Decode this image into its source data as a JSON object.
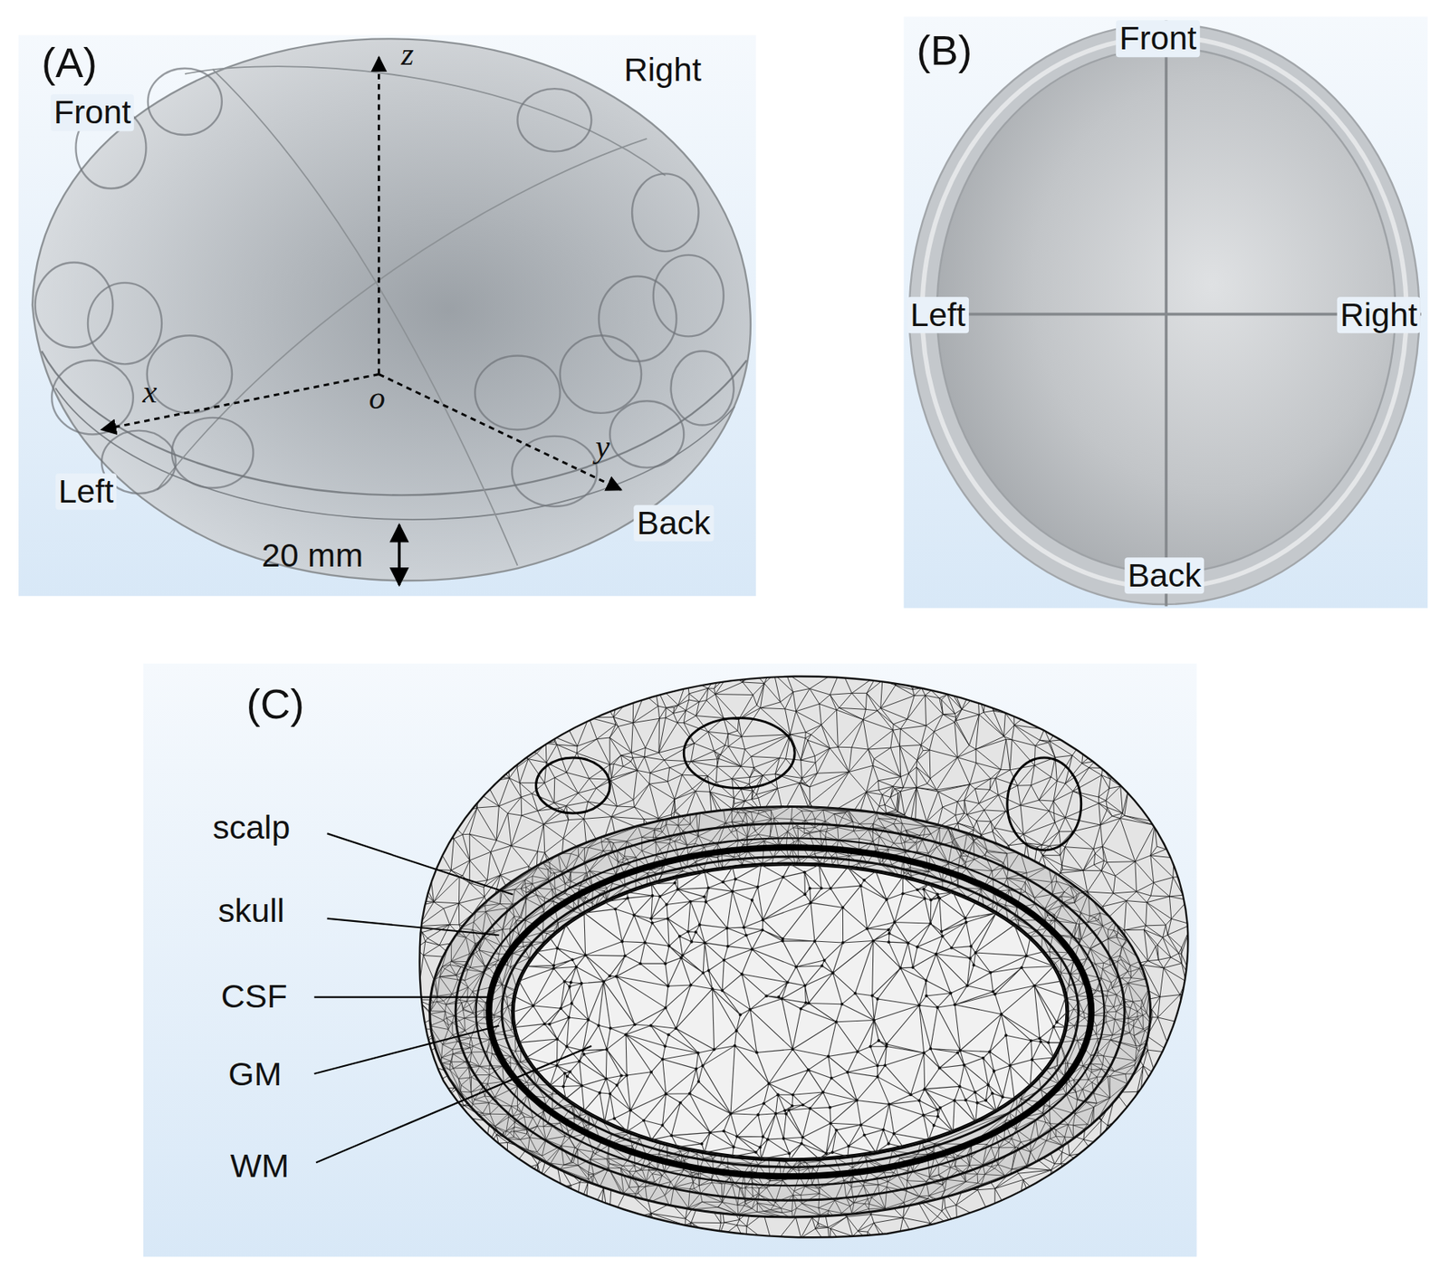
{
  "diagram": {
    "labels": [
      "(A)",
      "z",
      "Front",
      "Right",
      "x",
      "o",
      "y",
      "Left",
      "Back",
      "20 mm",
      "(B)",
      "Front",
      "Left",
      "Right",
      "Back",
      "(C)",
      "scalp",
      "skull",
      "CSF",
      "GM",
      "WM"
    ]
  }
}
